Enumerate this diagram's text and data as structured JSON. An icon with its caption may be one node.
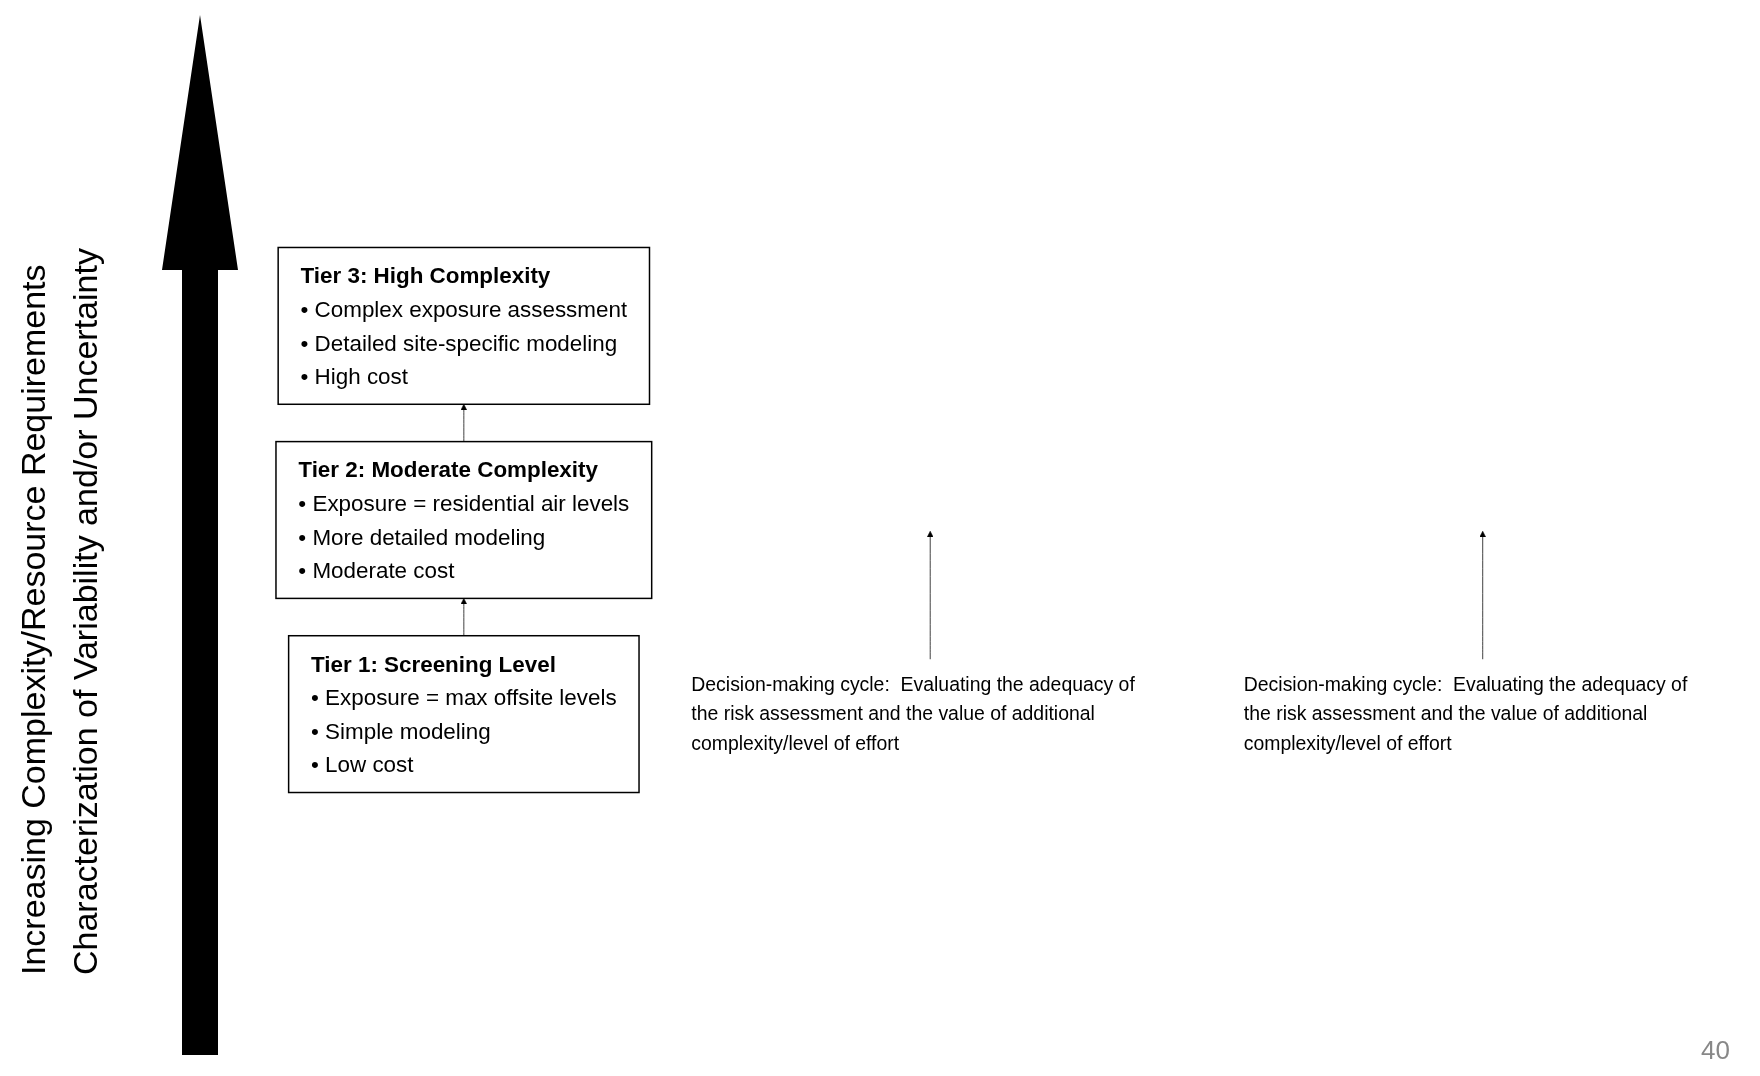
{
  "diagram": {
    "nodes": [
      {
        "text": [
          "Tier 3:  High Complexity",
          "• Complex exposure assessment",
          "• Detailed site-specific modeling",
          "• High cost"
        ]
      },
      {
        "text": [
          "Tier 2:  Moderate Complexity",
          "• Exposure = residential air levels",
          "• More detailed modeling",
          "• Moderate cost"
        ]
      },
      {
        "text": [
          "Tier 1:  Screening Level",
          "• Exposure = max offsite levels",
          "• Simple modeling",
          "• Low cost"
        ]
      },
      {
        "text": [
          "Decision-making cycle:  Evaluating the adequacy of the risk assessment and the value of additional complexity/level of effort"
        ]
      },
      {
        "text": [
          "Decision-making cycle:  Evaluating the adequacy of the risk assessment and the value of additional complexity/level of effort"
        ]
      }
    ],
    "edges": [
      {
        "from": 2,
        "to": 1,
        "arrow": "to"
      },
      {
        "from": 1,
        "to": 0,
        "arrow": "to"
      },
      {
        "from": 3,
        "to": null,
        "arrow": "to"
      },
      {
        "from": 4,
        "to": null,
        "arrow": "to"
      }
    ],
    "labels": [
      "Increasing Complexity/Resource Requirements",
      "Characterization of Variability and/or Uncertainty",
      "40"
    ]
  }
}
